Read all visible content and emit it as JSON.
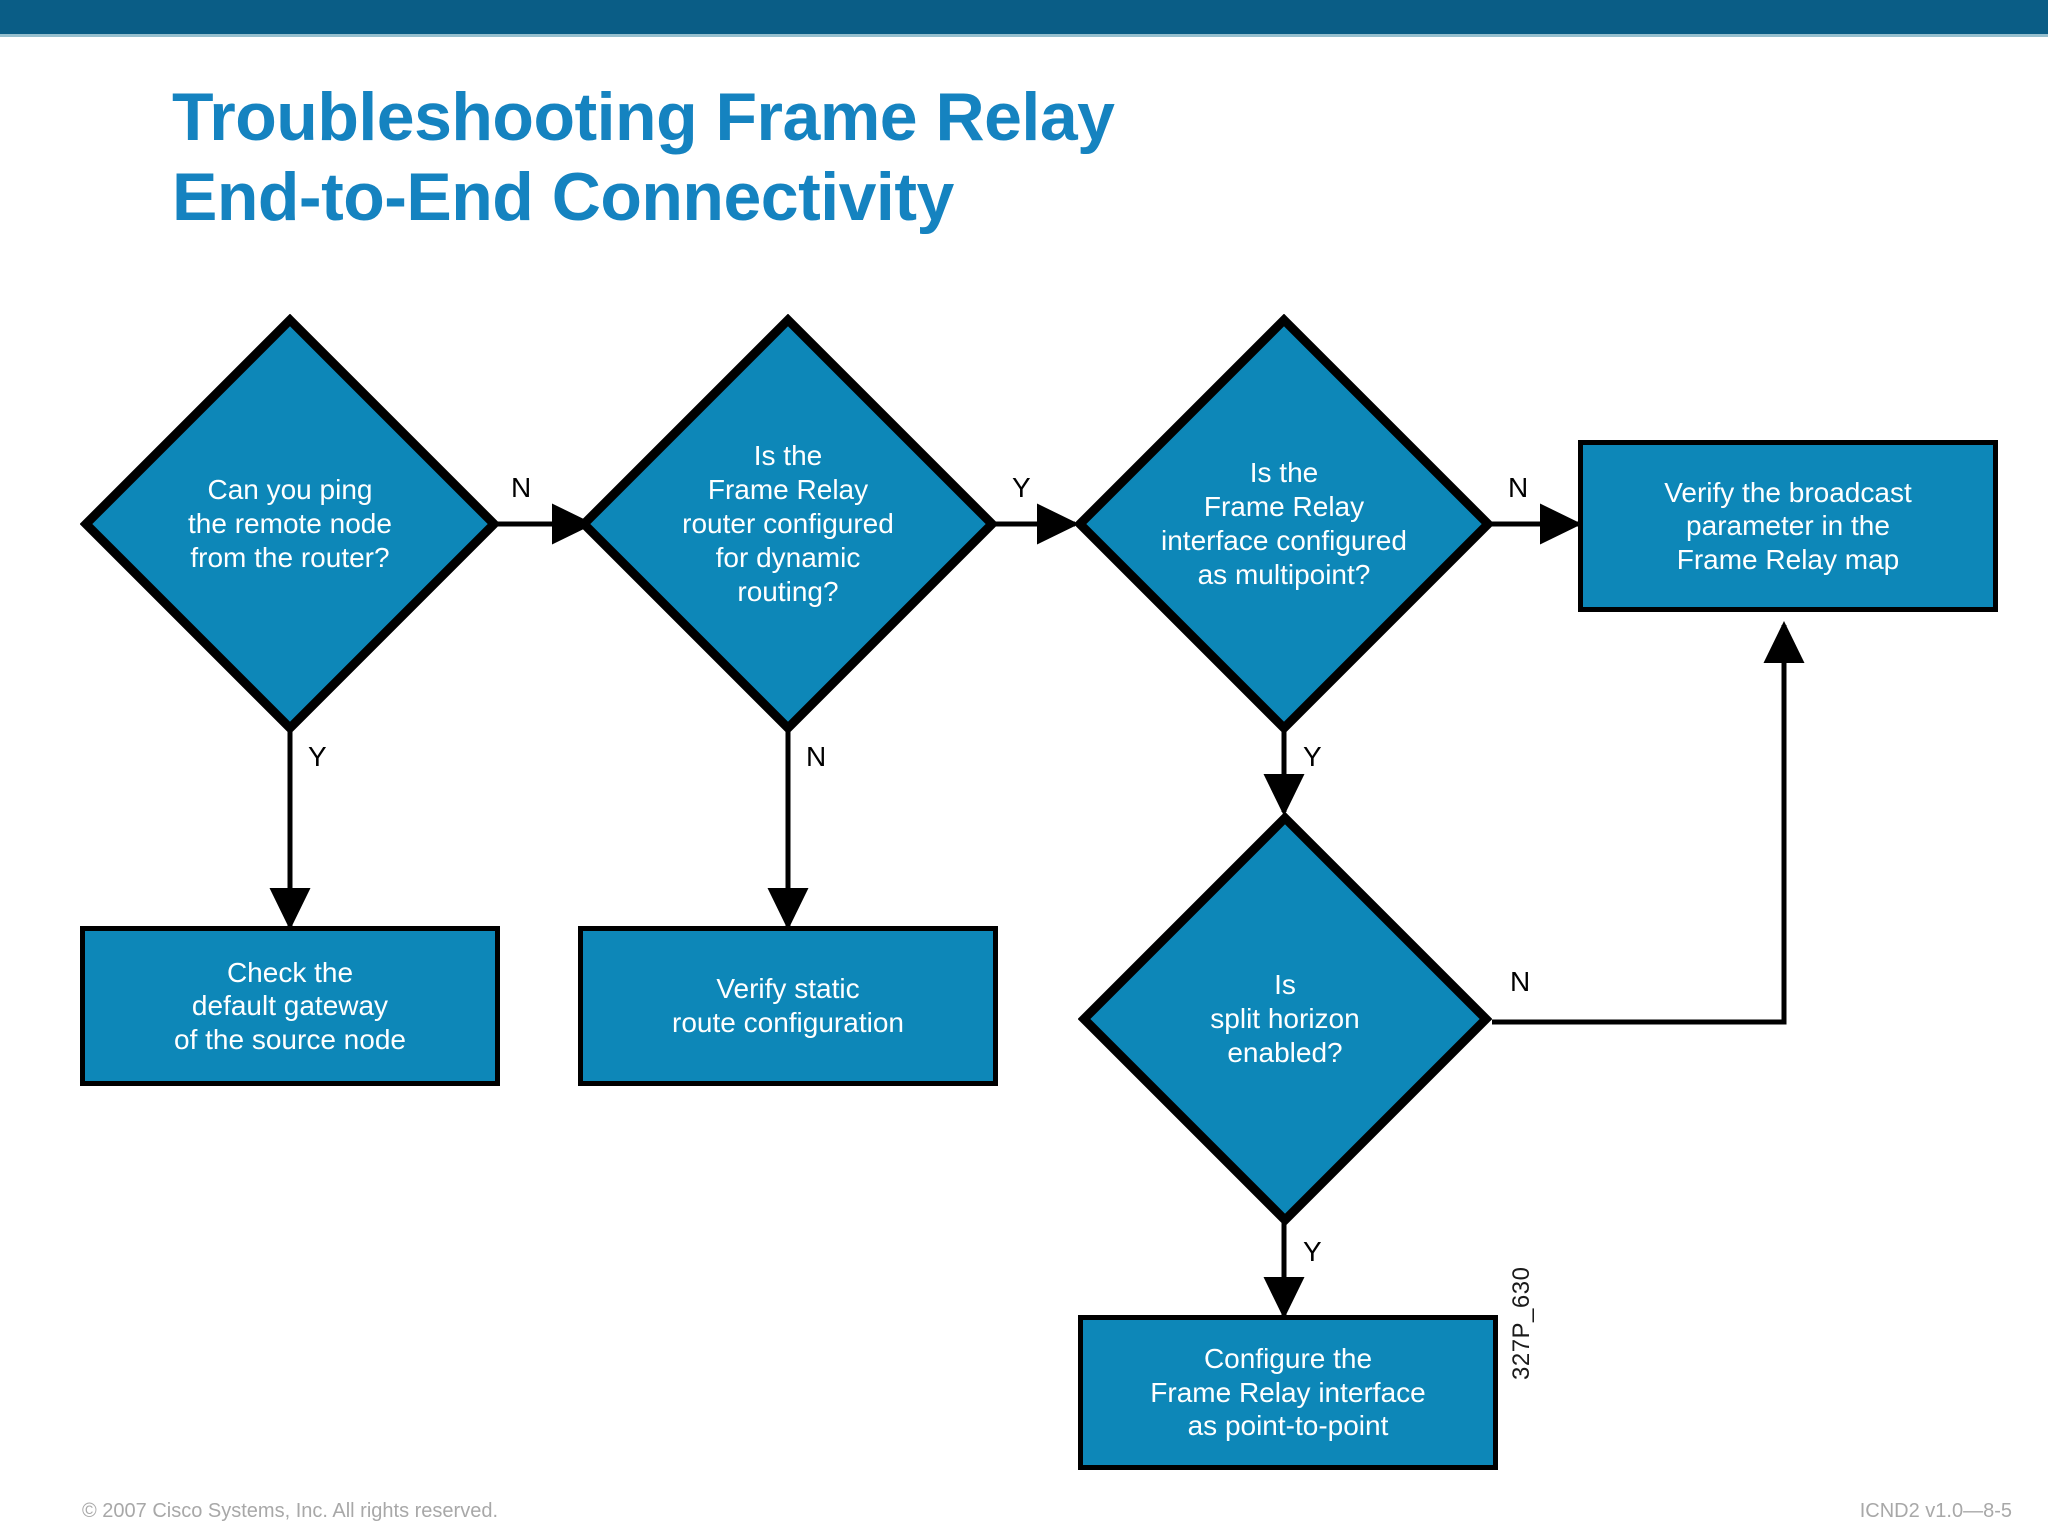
{
  "slide": {
    "title_lines": [
      "Troubleshooting Frame Relay",
      "End-to-End Connectivity"
    ],
    "title_color": "#1583c0",
    "header_color": "#0a5d86",
    "node_fill": "#0d87b8",
    "node_border": "#000000",
    "plate_code": "327P_630"
  },
  "footer": {
    "copyright": "© 2007 Cisco Systems, Inc. All rights reserved.",
    "course_code": "ICND2 v1.0—8-5"
  },
  "chart_data": {
    "type": "diagram",
    "title": "Troubleshooting Frame Relay End-to-End Connectivity",
    "nodes": [
      {
        "id": "ping",
        "shape": "diamond",
        "text": "Can you ping\nthe remote node\nfrom the router?"
      },
      {
        "id": "gateway",
        "shape": "rectangle",
        "text": "Check the\ndefault gateway\nof the source node"
      },
      {
        "id": "dynamic",
        "shape": "diamond",
        "text": "Is the\nFrame Relay\nrouter configured\nfor dynamic\nrouting?"
      },
      {
        "id": "static",
        "shape": "rectangle",
        "text": "Verify static\nroute configuration"
      },
      {
        "id": "multipoint",
        "shape": "diamond",
        "text": "Is the\nFrame Relay\ninterface configured\nas multipoint?"
      },
      {
        "id": "broadcast",
        "shape": "rectangle",
        "text": "Verify the broadcast\nparameter in the\nFrame Relay map"
      },
      {
        "id": "splithorizon",
        "shape": "diamond",
        "text": "Is\nsplit horizon\nenabled?"
      },
      {
        "id": "p2p",
        "shape": "rectangle",
        "text": "Configure the\nFrame Relay interface\nas point-to-point"
      }
    ],
    "edges": [
      {
        "from": "ping",
        "to": "dynamic",
        "label": "N"
      },
      {
        "from": "ping",
        "to": "gateway",
        "label": "Y"
      },
      {
        "from": "dynamic",
        "to": "multipoint",
        "label": "Y"
      },
      {
        "from": "dynamic",
        "to": "static",
        "label": "N"
      },
      {
        "from": "multipoint",
        "to": "broadcast",
        "label": "N"
      },
      {
        "from": "multipoint",
        "to": "splithorizon",
        "label": "Y"
      },
      {
        "from": "splithorizon",
        "to": "broadcast",
        "label": "N"
      },
      {
        "from": "splithorizon",
        "to": "p2p",
        "label": "Y"
      }
    ],
    "edge_labels": [
      {
        "id": "lbl-ping-dynamic",
        "text": "N"
      },
      {
        "id": "lbl-ping-gateway",
        "text": "Y"
      },
      {
        "id": "lbl-dynamic-multipoint",
        "text": "Y"
      },
      {
        "id": "lbl-dynamic-static",
        "text": "N"
      },
      {
        "id": "lbl-multipoint-broadcast",
        "text": "N"
      },
      {
        "id": "lbl-multipoint-split",
        "text": "Y"
      },
      {
        "id": "lbl-split-broadcast",
        "text": "N"
      },
      {
        "id": "lbl-split-p2p",
        "text": "Y"
      }
    ]
  }
}
